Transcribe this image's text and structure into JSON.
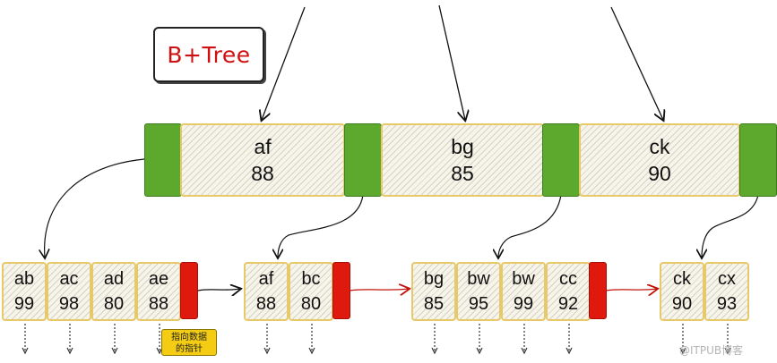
{
  "title": "B+Tree",
  "root": {
    "keys": [
      {
        "key": "af",
        "value": "88"
      },
      {
        "key": "bg",
        "value": "85"
      },
      {
        "key": "ck",
        "value": "90"
      }
    ]
  },
  "leaves": [
    {
      "entries": [
        {
          "key": "ab",
          "value": "99"
        },
        {
          "key": "ac",
          "value": "98"
        },
        {
          "key": "ad",
          "value": "80"
        },
        {
          "key": "ae",
          "value": "88"
        }
      ]
    },
    {
      "entries": [
        {
          "key": "af",
          "value": "88"
        },
        {
          "key": "bc",
          "value": "80"
        }
      ]
    },
    {
      "entries": [
        {
          "key": "bg",
          "value": "85"
        },
        {
          "key": "bw",
          "value": "95"
        },
        {
          "key": "bw",
          "value": "99"
        },
        {
          "key": "cc",
          "value": "92"
        }
      ]
    },
    {
      "entries": [
        {
          "key": "ck",
          "value": "90"
        },
        {
          "key": "cx",
          "value": "93"
        }
      ]
    }
  ],
  "note": {
    "line1": "指向数据",
    "line2": "的指针"
  },
  "watermark": "@ITPUB博客",
  "colors": {
    "internal_pointer": "#5ca92e",
    "leaf_pointer": "#e0190f",
    "note_bg": "#f3cc13",
    "title_text": "#d01010"
  }
}
